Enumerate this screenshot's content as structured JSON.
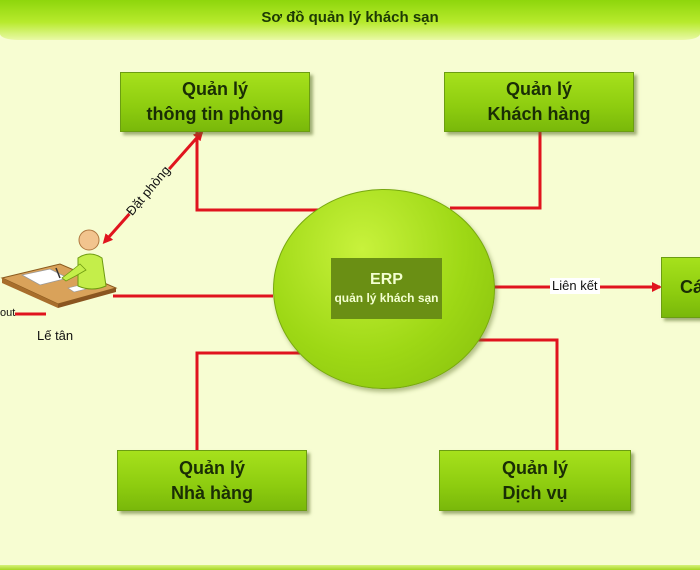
{
  "header": {
    "title": "Sơ đồ quản lý khách sạn"
  },
  "center": {
    "title": "ERP",
    "subtitle": "quản lý khách sạn"
  },
  "nodes": {
    "room_info": {
      "line1": "Quản lý",
      "line2": "thông tin phòng"
    },
    "customers": {
      "line1": "Quản lý",
      "line2": "Khách hàng"
    },
    "restaurant": {
      "line1": "Quản lý",
      "line2": "Nhà hàng"
    },
    "services": {
      "line1": "Quản lý",
      "line2": "Dịch vụ"
    },
    "partial_right": {
      "text": "Cá"
    }
  },
  "labels": {
    "booking": "Đặt phòng",
    "link": "Liên kết",
    "receptionist": "Lế tân",
    "checkout_partial": "out"
  },
  "colors": {
    "connector": "#e0141e",
    "box_green": "#8dcc0f",
    "erp_box": "#6a8f14",
    "background": "#f7fdd2"
  },
  "icons": {
    "receptionist": "receptionist-at-desk-icon"
  }
}
